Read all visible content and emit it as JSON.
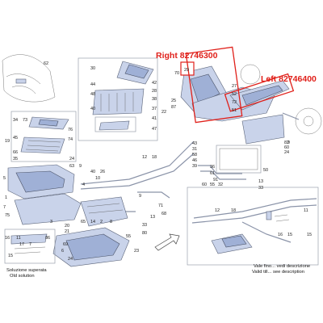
{
  "callouts": {
    "right": {
      "text": "Right 82746300",
      "color": "#e0201a"
    },
    "left": {
      "text": "Left 82746400",
      "color": "#e0201a"
    }
  },
  "notes": {
    "old_solution_it": "Soluzione superata",
    "old_solution_en": "Old solution",
    "valid_it": "Vale fino... vedi descrizione",
    "valid_en": "Valid till... see description"
  },
  "part_numbers": {
    "n29": "29",
    "n70": "70",
    "n27": "27",
    "n52": "52",
    "n72": "72",
    "n51": "51",
    "n25": "25",
    "n87": "87",
    "n62": "62",
    "n30": "30",
    "n44": "44",
    "n48": "48",
    "n42": "42",
    "n28": "28",
    "n38": "38",
    "n37": "37",
    "n41": "41",
    "n47": "47",
    "n40": "40",
    "n22": "22",
    "n34": "34",
    "n73": "73",
    "n76": "76",
    "n19": "19",
    "n45": "45",
    "n74": "74",
    "n66": "66",
    "n35": "35",
    "n24": "24",
    "n5": "5",
    "n12": "12",
    "n18": "18",
    "n63": "63",
    "n9": "9",
    "n26": "26",
    "n10": "10",
    "n4": "4",
    "n1": "1",
    "n7": "7",
    "n75": "75",
    "n65": "65",
    "n14": "14",
    "n2": "2",
    "n8": "8",
    "n3": "3",
    "n86": "86",
    "n20": "20",
    "n21": "21",
    "n23": "23",
    "n82": "82",
    "n50": "50",
    "n60": "60",
    "n55": "55",
    "n32": "32",
    "n13": "13",
    "n33": "33",
    "n71": "71",
    "n68": "68",
    "n80": "80",
    "n15": "15",
    "n17": "17",
    "n69": "69",
    "n6": "6",
    "n16": "16",
    "n11": "11",
    "n43": "43",
    "n31": "31",
    "n58": "58",
    "n46": "46",
    "n39": "39",
    "n36": "36",
    "n61": "61",
    "n91": "91"
  },
  "colors": {
    "part_fill": "#c9d3ea",
    "part_dark": "#9fb0d6",
    "highlight": "#e0201a"
  }
}
